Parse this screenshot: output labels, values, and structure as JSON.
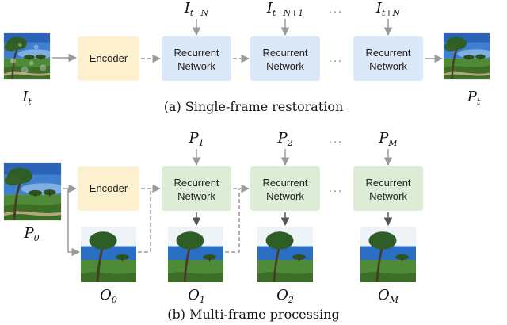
{
  "top": {
    "inputs": [
      {
        "main": "I",
        "sub": "t−N"
      },
      {
        "main": "I",
        "sub": "t−N+1"
      },
      {
        "main": "I",
        "sub": "t+N"
      }
    ],
    "dots_top": "···",
    "dots_mid": "···",
    "encoder_label": "Encoder",
    "recurrent_label_line1": "Recurrent",
    "recurrent_label_line2": "Network",
    "input_image_label": {
      "main": "I",
      "sub": "t"
    },
    "output_image_label": {
      "main": "P",
      "sub": "t"
    },
    "caption": "(a) Single-frame restoration"
  },
  "bottom": {
    "prompts": [
      {
        "main": "P",
        "sub": "1"
      },
      {
        "main": "P",
        "sub": "2"
      },
      {
        "main": "P",
        "sub": "M"
      }
    ],
    "dots_top": "···",
    "dots_mid": "···",
    "encoder_label": "Encoder",
    "recurrent_label_line1": "Recurrent",
    "recurrent_label_line2": "Network",
    "input_image_label": {
      "main": "P",
      "sub": "0"
    },
    "outputs": [
      {
        "main": "O",
        "sub": "0"
      },
      {
        "main": "O",
        "sub": "1"
      },
      {
        "main": "O",
        "sub": "2"
      },
      {
        "main": "O",
        "sub": "M"
      }
    ],
    "caption": "(b) Multi-frame processing"
  },
  "colors": {
    "encoder_fill": "#fdf0cf",
    "recurrent_top_fill": "#dbe8f7",
    "recurrent_bottom_fill": "#dcecd6",
    "arrow": "#9a9a9a"
  }
}
